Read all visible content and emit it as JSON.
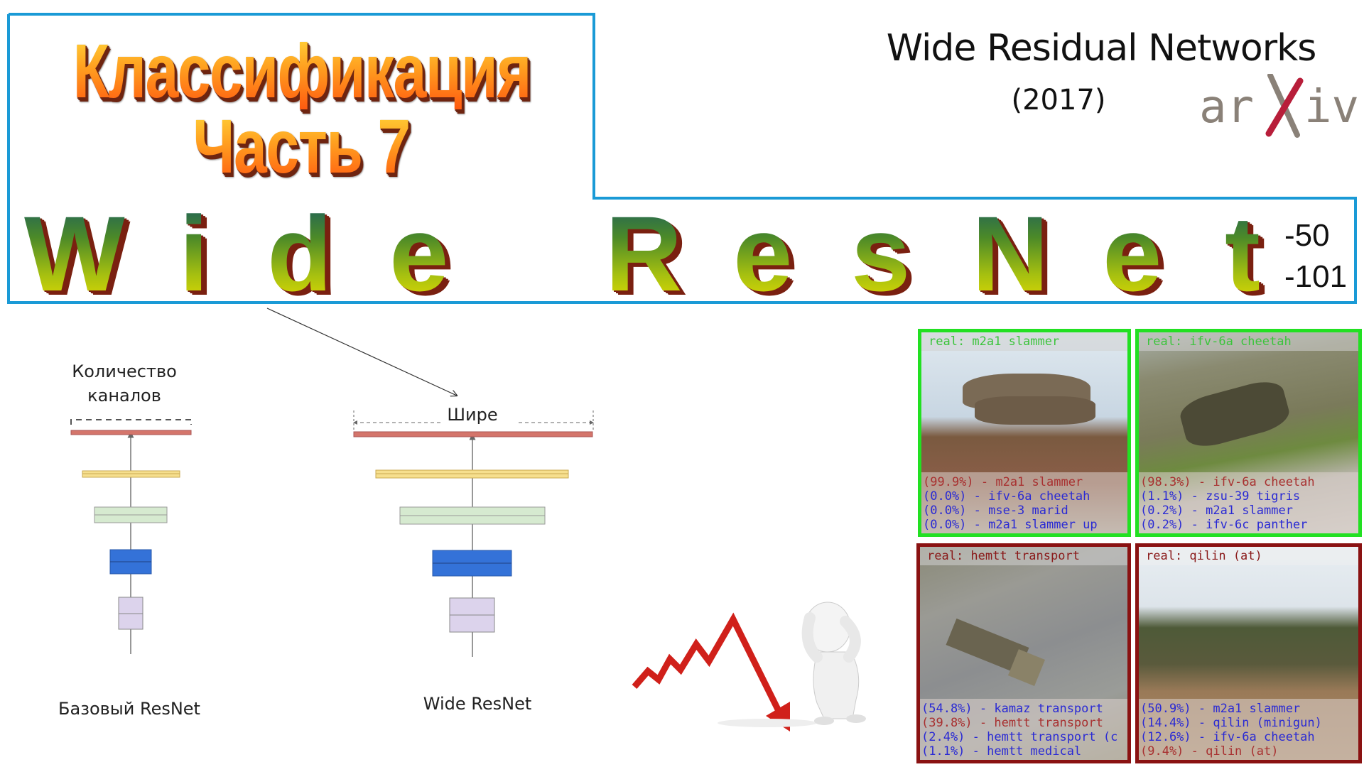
{
  "header": {
    "title_line1": "Классификация",
    "title_line2": "Часть 7",
    "wide_resnet_letters": [
      "W",
      "i",
      "d",
      "e",
      "R",
      "e",
      "s",
      "N",
      "e",
      "t"
    ],
    "variants": [
      "-50",
      "-101"
    ],
    "paper_title": "Wide Residual Networks",
    "paper_year": "(2017)",
    "logo_text": "arXiv",
    "accent_color": "#1a9ad6"
  },
  "diagram": {
    "channels_label_line1": "Количество",
    "channels_label_line2": "каналов",
    "wider_label": "Шире",
    "base_caption": "Базовый ResNet",
    "wide_caption": "Wide ResNet",
    "layer_colors": [
      "#d4756b",
      "#f6df8e",
      "#d6ead0",
      "#3472d8",
      "#dcd3ec"
    ]
  },
  "predictions": [
    {
      "real": "real: m2a1 slammer",
      "status": "correct",
      "lines": [
        {
          "text": "(99.9%) - m2a1 slammer",
          "color": "red"
        },
        {
          "text": "(0.0%) - ifv-6a cheetah",
          "color": "blue"
        },
        {
          "text": "(0.0%) - mse-3 marid",
          "color": "blue"
        },
        {
          "text": "(0.0%) - m2a1 slammer up",
          "color": "blue"
        }
      ]
    },
    {
      "real": "real: ifv-6a cheetah",
      "status": "correct",
      "lines": [
        {
          "text": "(98.3%) - ifv-6a cheetah",
          "color": "red"
        },
        {
          "text": "(1.1%) - zsu-39 tigris",
          "color": "blue"
        },
        {
          "text": "(0.2%) - m2a1 slammer",
          "color": "blue"
        },
        {
          "text": "(0.2%) - ifv-6c panther",
          "color": "blue"
        }
      ]
    },
    {
      "real": "real: hemtt transport",
      "status": "wrong",
      "lines": [
        {
          "text": "(54.8%) - kamaz transport",
          "color": "blue"
        },
        {
          "text": "(39.8%) - hemtt transport",
          "color": "red"
        },
        {
          "text": "(2.4%) - hemtt transport (c",
          "color": "blue"
        },
        {
          "text": "(1.1%) - hemtt medical",
          "color": "blue"
        }
      ]
    },
    {
      "real": "real: qilin (at)",
      "status": "wrong",
      "lines": [
        {
          "text": "(50.9%) - m2a1 slammer",
          "color": "blue"
        },
        {
          "text": "(14.4%) - qilin (minigun)",
          "color": "blue"
        },
        {
          "text": "(12.6%) - ifv-6a cheetah",
          "color": "blue"
        },
        {
          "text": "(9.4%) - qilin (at)",
          "color": "red"
        }
      ]
    }
  ],
  "colors": {
    "correct": "#22e022",
    "wrong": "#8a1212",
    "top_pred": "#a83030",
    "other_pred": "#2a2ad4",
    "falling_arrow": "#d0201a"
  }
}
